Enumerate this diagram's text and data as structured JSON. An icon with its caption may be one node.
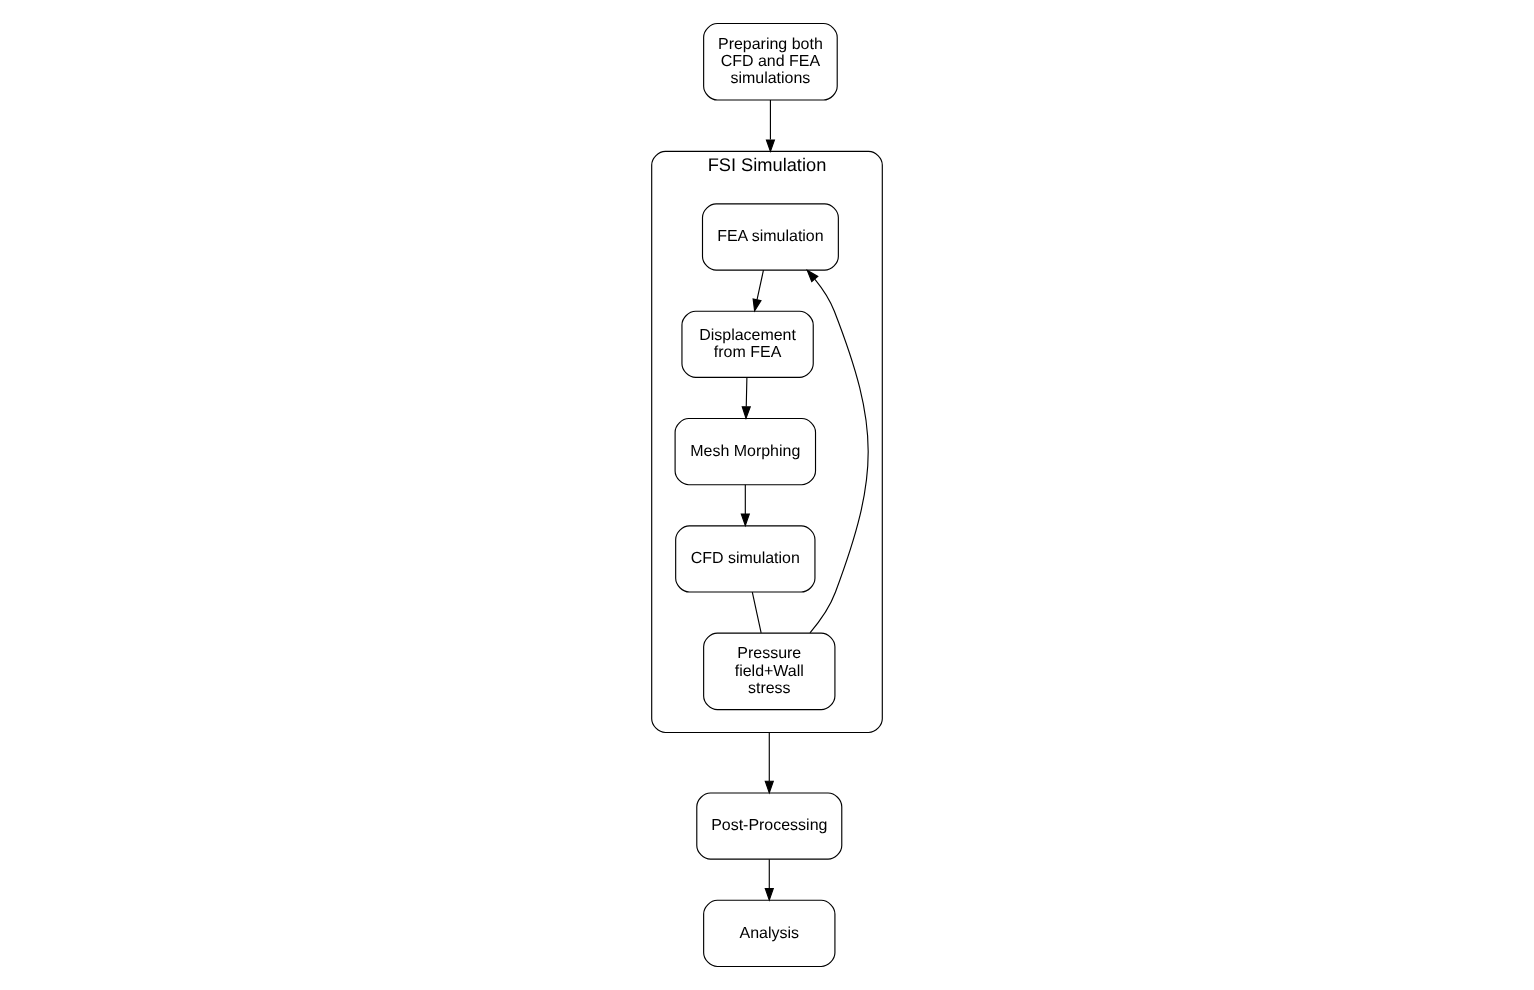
{
  "diagram": {
    "nodes": [
      {
        "text": [
          "FSI Simulation"
        ]
      },
      {
        "text": [
          "Preparing both CFD and FEA simulations"
        ]
      },
      {
        "text": [
          "FEA simulation"
        ],
        "in": 0
      },
      {
        "text": [
          "Displacement from FEA"
        ],
        "in": 0
      },
      {
        "text": [
          "Mesh Morphing"
        ],
        "in": 0
      },
      {
        "text": [
          "CFD simulation"
        ],
        "in": 0
      },
      {
        "text": [
          "Pressure field+Wall stress"
        ],
        "in": 0
      },
      {
        "text": [
          "Post-Processing"
        ]
      },
      {
        "text": [
          "Analysis"
        ]
      }
    ],
    "edges": [
      {
        "from": 1,
        "to": 0,
        "arrow": "to"
      },
      {
        "from": 2,
        "to": 3,
        "arrow": "to"
      },
      {
        "from": 3,
        "to": 4,
        "arrow": "to"
      },
      {
        "from": 4,
        "to": 5,
        "arrow": "to"
      },
      {
        "from": 5,
        "to": 6,
        "arrow": "none"
      },
      {
        "from": 6,
        "to": 2,
        "arrow": "to"
      },
      {
        "from": 0,
        "to": 7,
        "arrow": "to"
      },
      {
        "from": 7,
        "to": 8,
        "arrow": "to"
      }
    ]
  }
}
